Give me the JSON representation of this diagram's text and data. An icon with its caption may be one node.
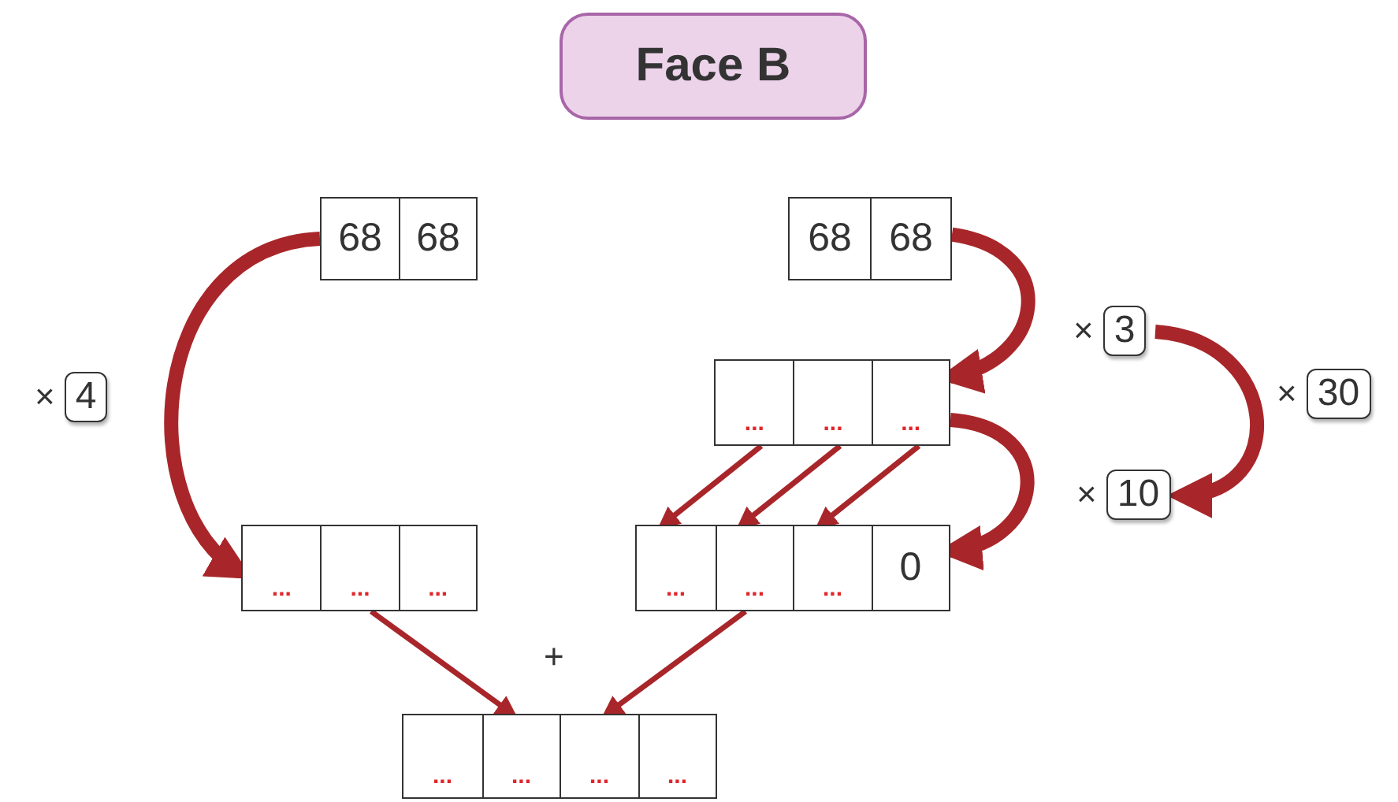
{
  "diagram": {
    "title": "Face B",
    "nodes": [
      {
        "text": [],
        "shape": "box"
      },
      {
        "text": [
          "68"
        ],
        "in": 0
      },
      {
        "text": [
          "68"
        ],
        "in": 0
      },
      {
        "text": [],
        "shape": "box"
      },
      {
        "text": [
          "68"
        ],
        "in": 3
      },
      {
        "text": [
          "68"
        ],
        "in": 3
      },
      {
        "text": [],
        "shape": "box"
      },
      {
        "text": [
          "..."
        ],
        "in": 6
      },
      {
        "text": [
          "..."
        ],
        "in": 6
      },
      {
        "text": [
          "..."
        ],
        "in": 6
      },
      {
        "text": [],
        "shape": "box"
      },
      {
        "text": [
          "..."
        ],
        "in": 10
      },
      {
        "text": [
          "..."
        ],
        "in": 10
      },
      {
        "text": [
          "..."
        ],
        "in": 10
      },
      {
        "text": [],
        "shape": "box"
      },
      {
        "text": [
          "..."
        ],
        "in": 14
      },
      {
        "text": [
          "..."
        ],
        "in": 14
      },
      {
        "text": [
          "..."
        ],
        "in": 14
      },
      {
        "text": [
          "0"
        ],
        "in": 14
      },
      {
        "text": [],
        "shape": "box"
      },
      {
        "text": [
          "..."
        ],
        "in": 19
      },
      {
        "text": [
          "..."
        ],
        "in": 19
      },
      {
        "text": [
          "..."
        ],
        "in": 19
      },
      {
        "text": [
          "..."
        ],
        "in": 19
      },
      {
        "text": [
          "4"
        ],
        "beside": [
          "×"
        ]
      },
      {
        "text": [
          "3"
        ],
        "beside": [
          "×"
        ]
      },
      {
        "text": [
          "30"
        ],
        "beside": [
          "×"
        ]
      },
      {
        "text": [
          "10"
        ],
        "beside": [
          "×"
        ]
      }
    ],
    "edges": [
      {
        "from": 0,
        "to": 10,
        "arrow": "to",
        "style": "thick"
      },
      {
        "from": 3,
        "to": 6,
        "arrow": "to",
        "style": "thick"
      },
      {
        "from": 6,
        "to": 14,
        "arrow": "to",
        "style": "thick"
      },
      {
        "from": 25,
        "to": 27,
        "arrow": "to",
        "style": "thick"
      },
      {
        "from": 7,
        "to": 15,
        "arrow": "to"
      },
      {
        "from": 8,
        "to": 16,
        "arrow": "to"
      },
      {
        "from": 9,
        "to": 17,
        "arrow": "to"
      },
      {
        "from": 10,
        "to": 19,
        "arrow": "to"
      },
      {
        "from": 14,
        "to": 19,
        "arrow": "to"
      }
    ],
    "labels": [
      "+"
    ]
  }
}
